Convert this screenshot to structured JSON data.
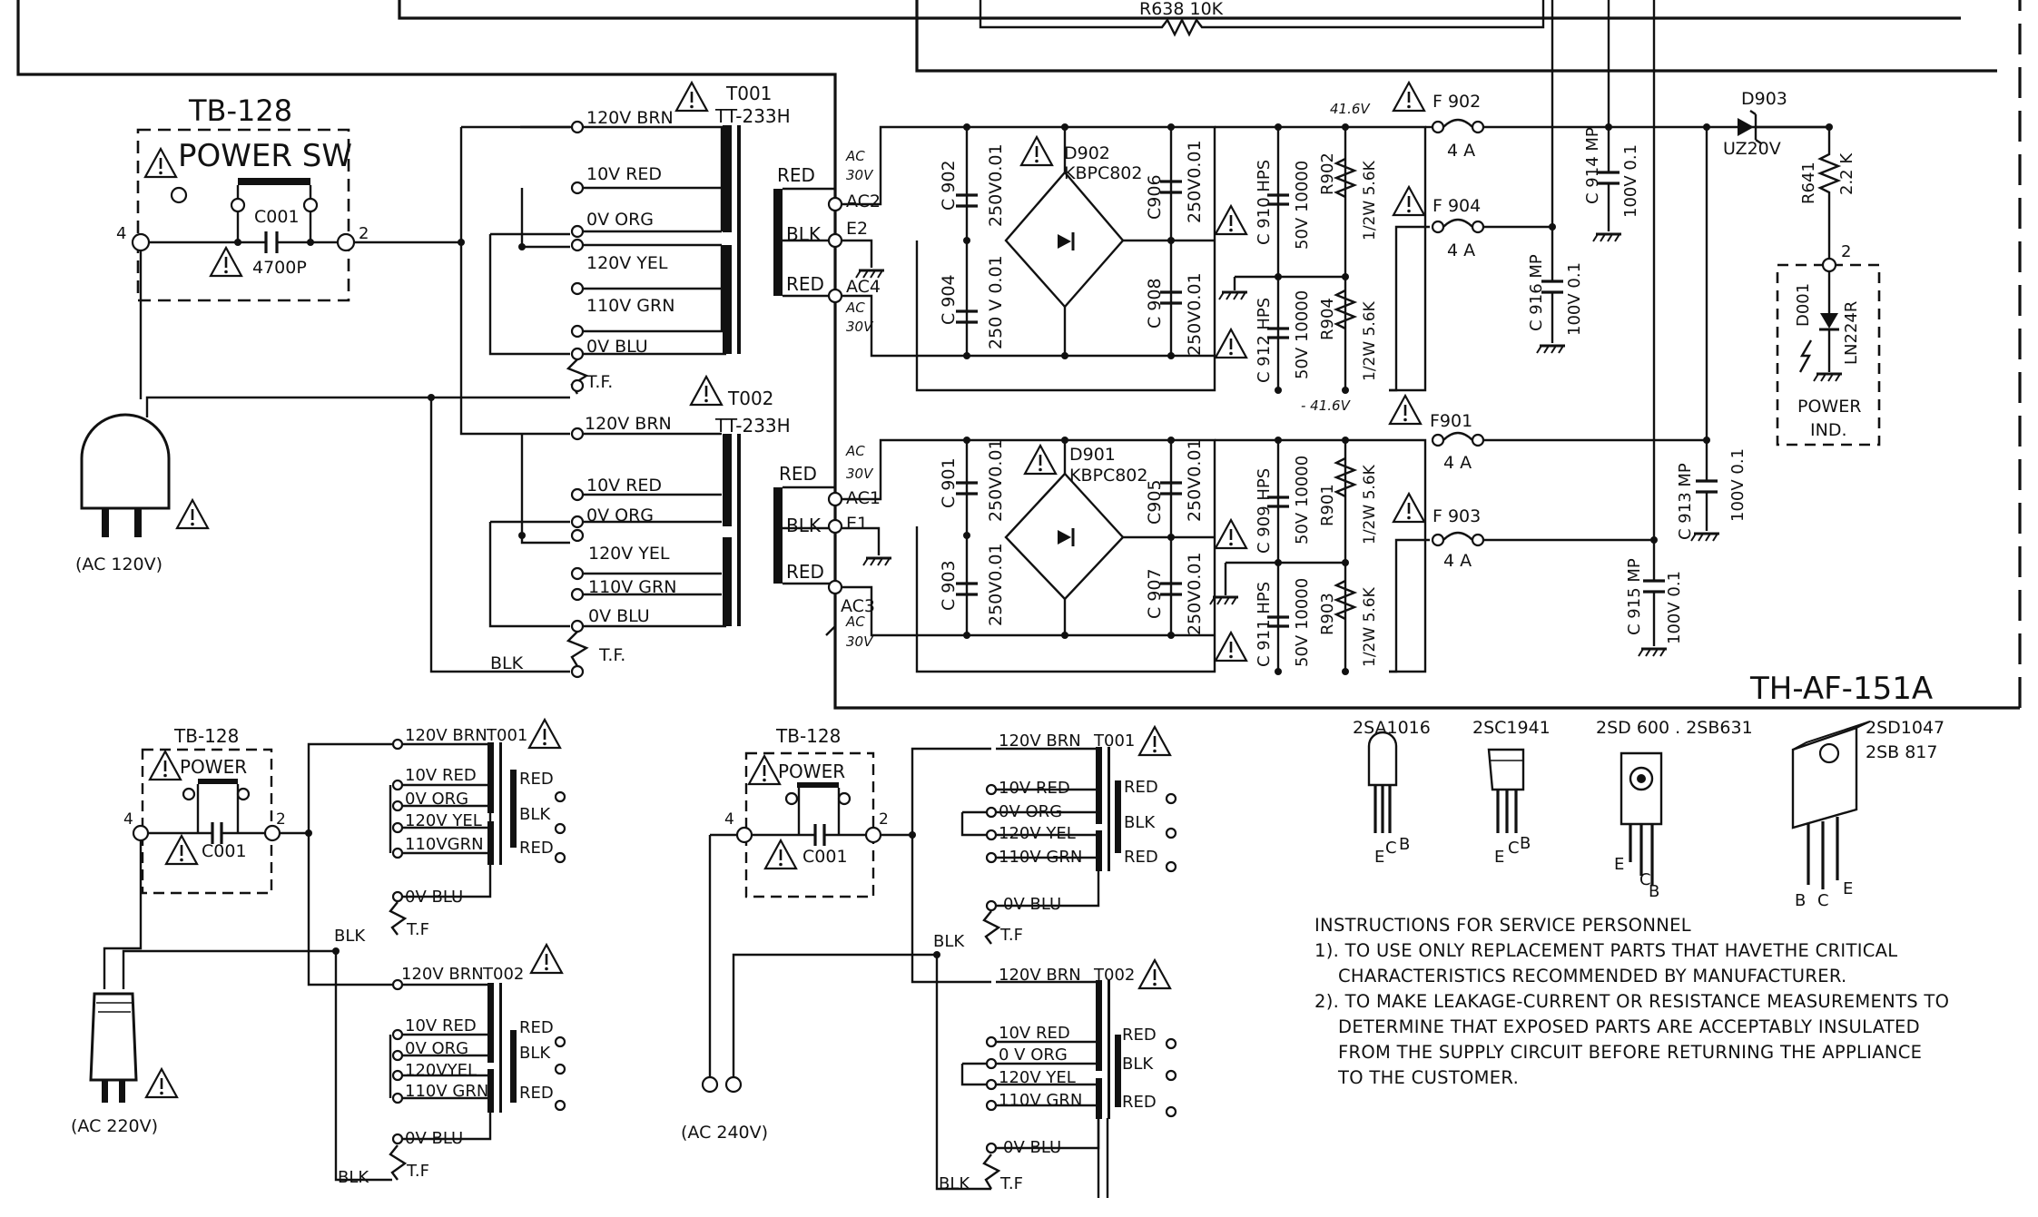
{
  "model": "TH-AF-151A",
  "top_resistor": "R638 10K",
  "blocks": {
    "tb128": "TB-128",
    "power_sw": "POWER SW",
    "power": "POWER",
    "c001": "C001",
    "c001_value": "4700P",
    "term_4": "4",
    "term_2": "2"
  },
  "plugs": {
    "ac120": "(AC 120V)",
    "ac220": "(AC 220V)",
    "ac240": "(AC 240V)"
  },
  "transformers": {
    "t001": "T001",
    "t002": "T002",
    "type": "TT-233H",
    "primary": [
      "120V BRN",
      "10V  RED",
      "0V  ORG",
      "120V YEL",
      "110V GRN",
      "0V   BLU"
    ],
    "tf": "T.F.",
    "blk": "BLK",
    "sec": [
      "RED",
      "BLK",
      "RED"
    ],
    "ac2": "AC2",
    "e2": "E2",
    "ac4": "AC4",
    "ac1": "AC1",
    "e1": "E1",
    "ac3": "AC3",
    "ac30v": "AC\n30V"
  },
  "rectifiers": {
    "d902": "D902",
    "d901": "D901",
    "kbpc": "KBPC802"
  },
  "capacitors": {
    "c902": "C 902",
    "c904": "C 904",
    "c906": "C906",
    "c908": "C 908",
    "c901": "C 901",
    "c903": "C 903",
    "c905": "C905",
    "c907": "C 907",
    "v250": "250V0.01",
    "v250b": "250 V 0.01",
    "c910": "C 910  HPS",
    "c912": "C 912  HPS",
    "c909": "C 909  HPS",
    "c911": "C 911  HPS",
    "v50": "50V 10000",
    "c914": "C 914 MP",
    "c916": "C 916 MP",
    "c913": "C 913 MP",
    "c915": "C 915 MP",
    "v100": "100V 0.1"
  },
  "resistors": {
    "r902": "R902",
    "r904": "R904",
    "r901": "R901",
    "r903": "R903",
    "rv": "1/2W 5.6K",
    "r641": "R641",
    "r641v": "2.2 K"
  },
  "fuses": {
    "f902": "F 902",
    "f904": "F 904",
    "f901": "F901",
    "f903": "F 903",
    "fv": "4 A"
  },
  "voltages": {
    "pos": "41.6V",
    "neg": "- 41.6V"
  },
  "diode": {
    "d903": "D903",
    "uz": "UZ20V"
  },
  "led": {
    "d001": "D001",
    "ln": "LN224R",
    "power": "POWER",
    "ind": "IND.",
    "pin": "2"
  },
  "transistors": {
    "t1": "2SA1016",
    "t2": "2SC1941",
    "t3": "2SD 600 . 2SB631",
    "t4a": "2SD1047",
    "t4b": "2SB 817",
    "e": "E",
    "c": "C",
    "b": "B"
  },
  "instructions": {
    "title": "INSTRUCTIONS FOR SERVICE PERSONNEL",
    "l1": "1). TO USE ONLY REPLACEMENT PARTS THAT HAVETHE CRITICAL",
    "l2": "CHARACTERISTICS RECOMMENDED BY MANUFACTURER.",
    "l3": "2). TO MAKE LEAKAGE-CURRENT OR RESISTANCE MEASUREMENTS TO",
    "l4": "DETERMINE THAT EXPOSED PARTS ARE ACCEPTABLY INSULATED",
    "l5": "FROM THE SUPPLY CIRCUIT BEFORE RETURNING THE APPLIANCE",
    "l6": "TO THE CUSTOMER."
  }
}
